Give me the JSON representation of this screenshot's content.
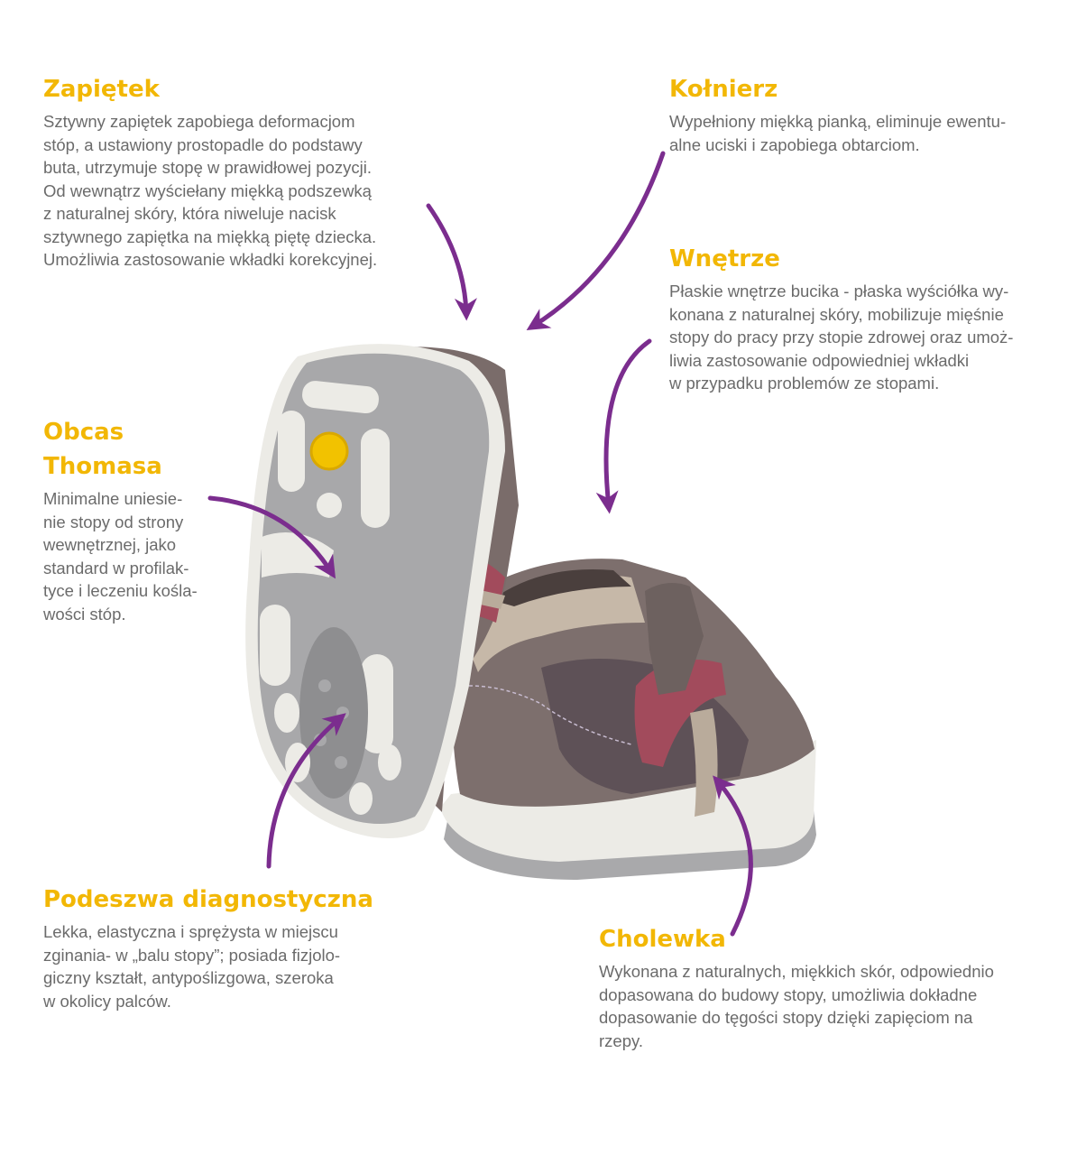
{
  "sections": {
    "zapietek": {
      "title": "Zapiętek",
      "text": "Sztywny zapiętek zapobiega deformacjom\nstóp, a ustawiony prostopadle do podstawy\nbuta, utrzymuje stopę w prawidłowej pozycji.\nOd wewnątrz wyściełany miękką podszewką\nz naturalnej skóry, która niweluje nacisk\nsztywnego zapiętka na miękką piętę dziecka.\nUmożliwia zastosowanie wkładki korekcyjnej."
    },
    "kolnierz": {
      "title": "Kołnierz",
      "text": "Wypełniony miękką pianką, eliminuje ewentu-\nalne uciski i zapobiega obtarciom."
    },
    "wnetrze": {
      "title": "Wnętrze",
      "text": "Płaskie wnętrze bucika - płaska wyściółka wy-\nkonana z naturalnej skóry, mobilizuje mięśnie\nstopy do pracy przy stopie zdrowej oraz umoż-\nliwia zastosowanie odpowiedniej wkładki\nw przypadku problemów ze stopami."
    },
    "obcas": {
      "title": "Obcas\nThomasa",
      "text": "Minimalne uniesie-\nnie stopy od strony\nwewnętrznej, jako\nstandard w profilak-\ntyce i leczeniu kośla-\nwości stóp."
    },
    "podeszwa": {
      "title": "Podeszwa diagnostyczna",
      "text": "Lekka, elastyczna i sprężysta w miejscu\nzginania- w „balu stopy”; posiada fizjolo-\ngiczny kształt, antypoślizgowa, szeroka\nw okolicy palców."
    },
    "cholewka": {
      "title": "Cholewka",
      "text": "Wykonana z naturalnych, miękkich skór, odpowiednio\ndopasowana do budowy stopy, umożliwia dokładne\ndopasowanie do tęgości stopy dzięki zapięciom na\nrzepy."
    }
  },
  "colors": {
    "heading": "#f2b705",
    "body": "#6b6b6b",
    "arrow": "#7b2d8e"
  },
  "illustration": "shoe-pair-image"
}
